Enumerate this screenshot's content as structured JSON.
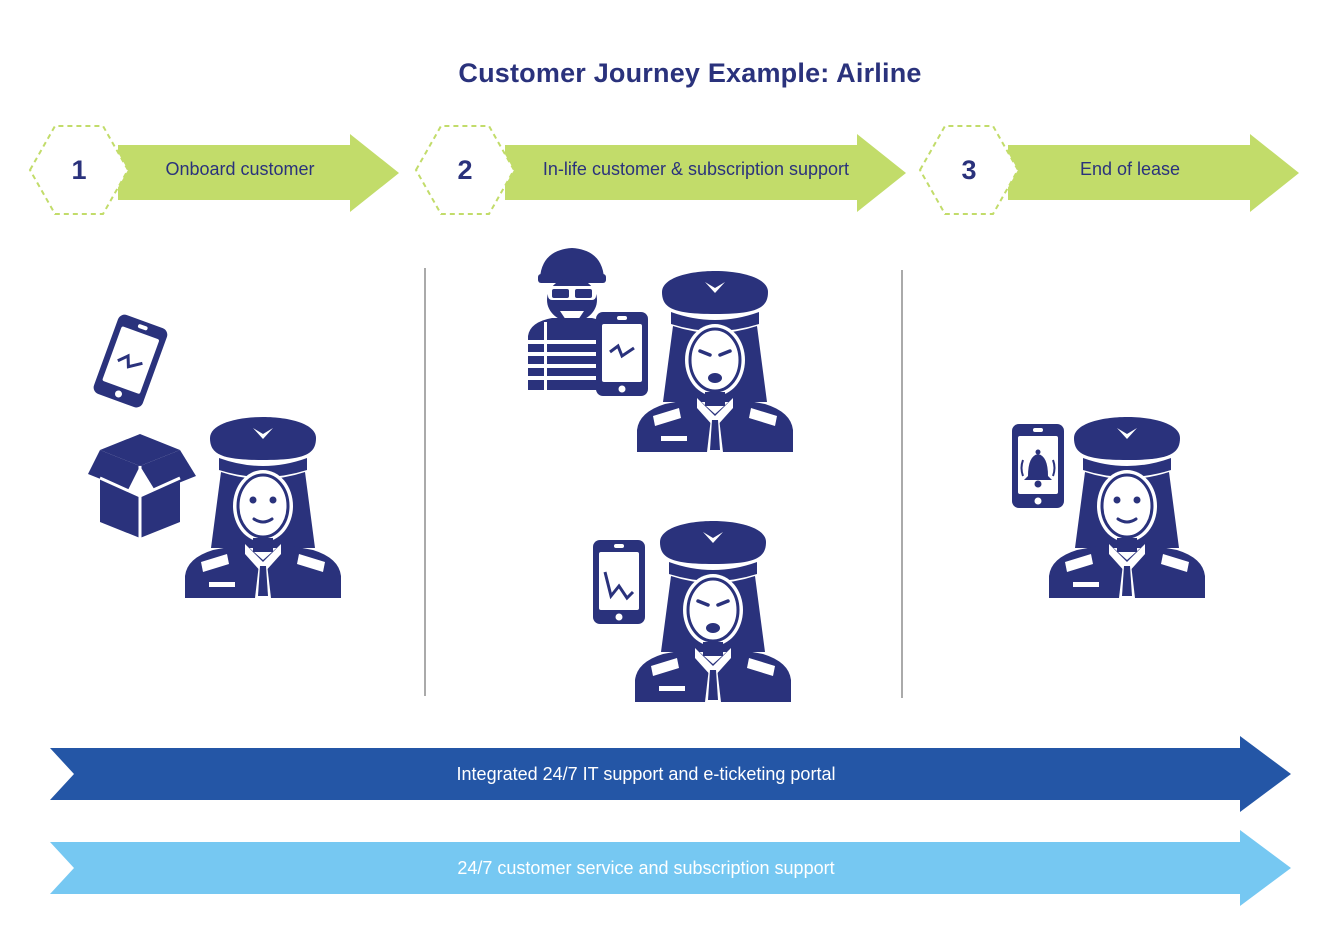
{
  "title": "Customer Journey Example: Airline",
  "steps": [
    {
      "number": "1",
      "label": "Onboard customer"
    },
    {
      "number": "2",
      "label": "In-life customer & subscription support"
    },
    {
      "number": "3",
      "label": "End of lease"
    }
  ],
  "bands": [
    {
      "label": "Integrated 24/7 IT support and e-ticketing portal",
      "color": "#2456a6"
    },
    {
      "label": "24/7 customer service and subscription support",
      "color": "#76c8f2"
    }
  ],
  "colors": {
    "title": "#2a327c",
    "step_arrow": "#c2dc6a",
    "hexagon_outline": "#c2dc6a",
    "icon": "#2a327c",
    "divider": "#aaaaaa"
  },
  "icons": [
    "unboxing-phone-icon",
    "female-pilot-icon",
    "thief-icon",
    "phone-icon",
    "sad-female-pilot-icon",
    "broken-graph-phone-icon",
    "notification-bell-phone-icon"
  ]
}
